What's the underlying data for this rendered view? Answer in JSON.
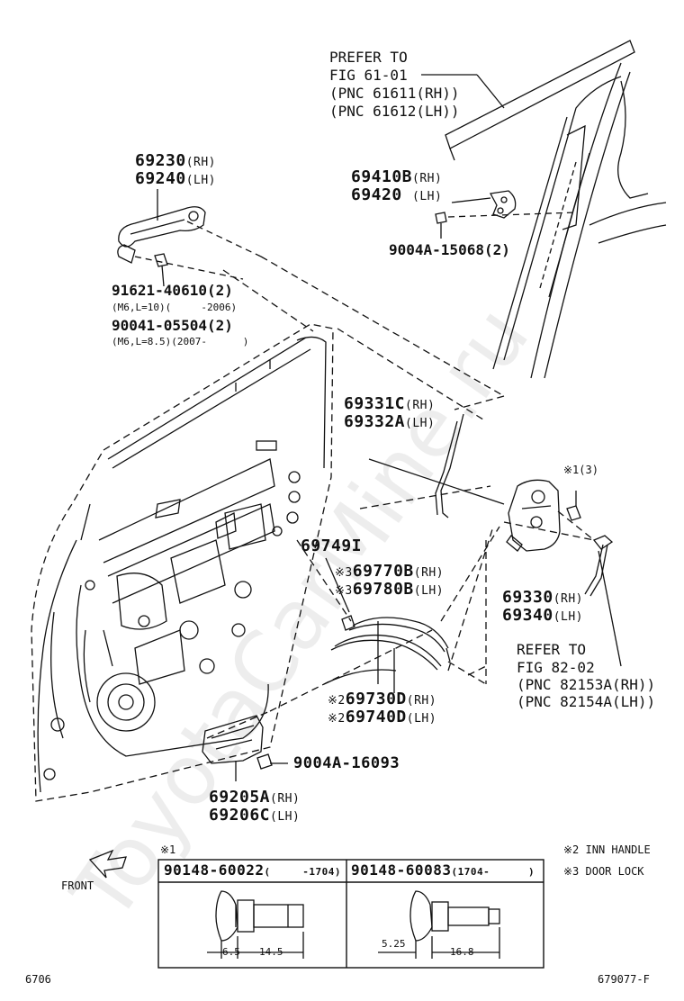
{
  "watermark": "ToyotaCarMine.ru",
  "refer_top": {
    "l1": "PREFER TO",
    "l2": "FIG 61-01",
    "l3": "(PNC 61611(RH))",
    "l4": "(PNC 61612(LH))"
  },
  "outer_handle": {
    "rh": "69230",
    "rh_side": "(RH)",
    "lh": "69240",
    "lh_side": "(LH)"
  },
  "bolt_91621": {
    "pn": "91621-40610",
    "qty": "(2)",
    "note": "(M6,L=10)(     -2006)"
  },
  "bolt_90041": {
    "pn": "90041-05504",
    "qty": "(2)",
    "note": "(M6,L=8.5)(2007-      )"
  },
  "striker": {
    "rh": "69410B",
    "rh_side": "(RH)",
    "lh": "69420 ",
    "lh_side": "(LH)"
  },
  "screw_15068": {
    "pn": "9004A-15068",
    "qty": "(2)"
  },
  "rod": {
    "rh": "69331C",
    "rh_side": "(RH)",
    "lh": "69332A",
    "lh_side": "(LH)"
  },
  "clip_69749": "69749I",
  "lock_cable": {
    "mark": "※3",
    "rh": "69770B",
    "rh_side": "(RH)",
    "lh": "69780B",
    "lh_side": "(LH)"
  },
  "inn_cable": {
    "mark": "※2",
    "rh": "69730D",
    "rh_side": "(RH)",
    "lh": "69740D",
    "lh_side": "(LH)"
  },
  "lock_screw_note": "※1(3)",
  "lock_assy": {
    "rh": "69330",
    "rh_side": "(RH)",
    "lh": "69340",
    "lh_side": "(LH)"
  },
  "refer_lock": {
    "l1": "REFER TO",
    "l2": "FIG 82-02",
    "l3": "(PNC 82153A(RH))",
    "l4": "(PNC 82154A(LH))"
  },
  "screw_16093": "9004A-16093",
  "inner_handle": {
    "rh": "69205A",
    "rh_side": "(RH)",
    "lh": "69206C",
    "lh_side": "(LH)"
  },
  "table": {
    "mark": "※1",
    "col1_pn": "90148-60022",
    "col1_range": "(     -1704)",
    "col1_dim_a": "6.5",
    "col1_dim_b": "14.5",
    "col2_pn": "90148-60083",
    "col2_range": "(1704-      )",
    "col2_dim_a": "5.25",
    "col2_dim_b": "16.8"
  },
  "legend": {
    "l1": "※2 INN HANDLE",
    "l2": "※3 DOOR LOCK"
  },
  "front_label": "FRONT",
  "page_num": "6706",
  "fig_id": "679077-F"
}
